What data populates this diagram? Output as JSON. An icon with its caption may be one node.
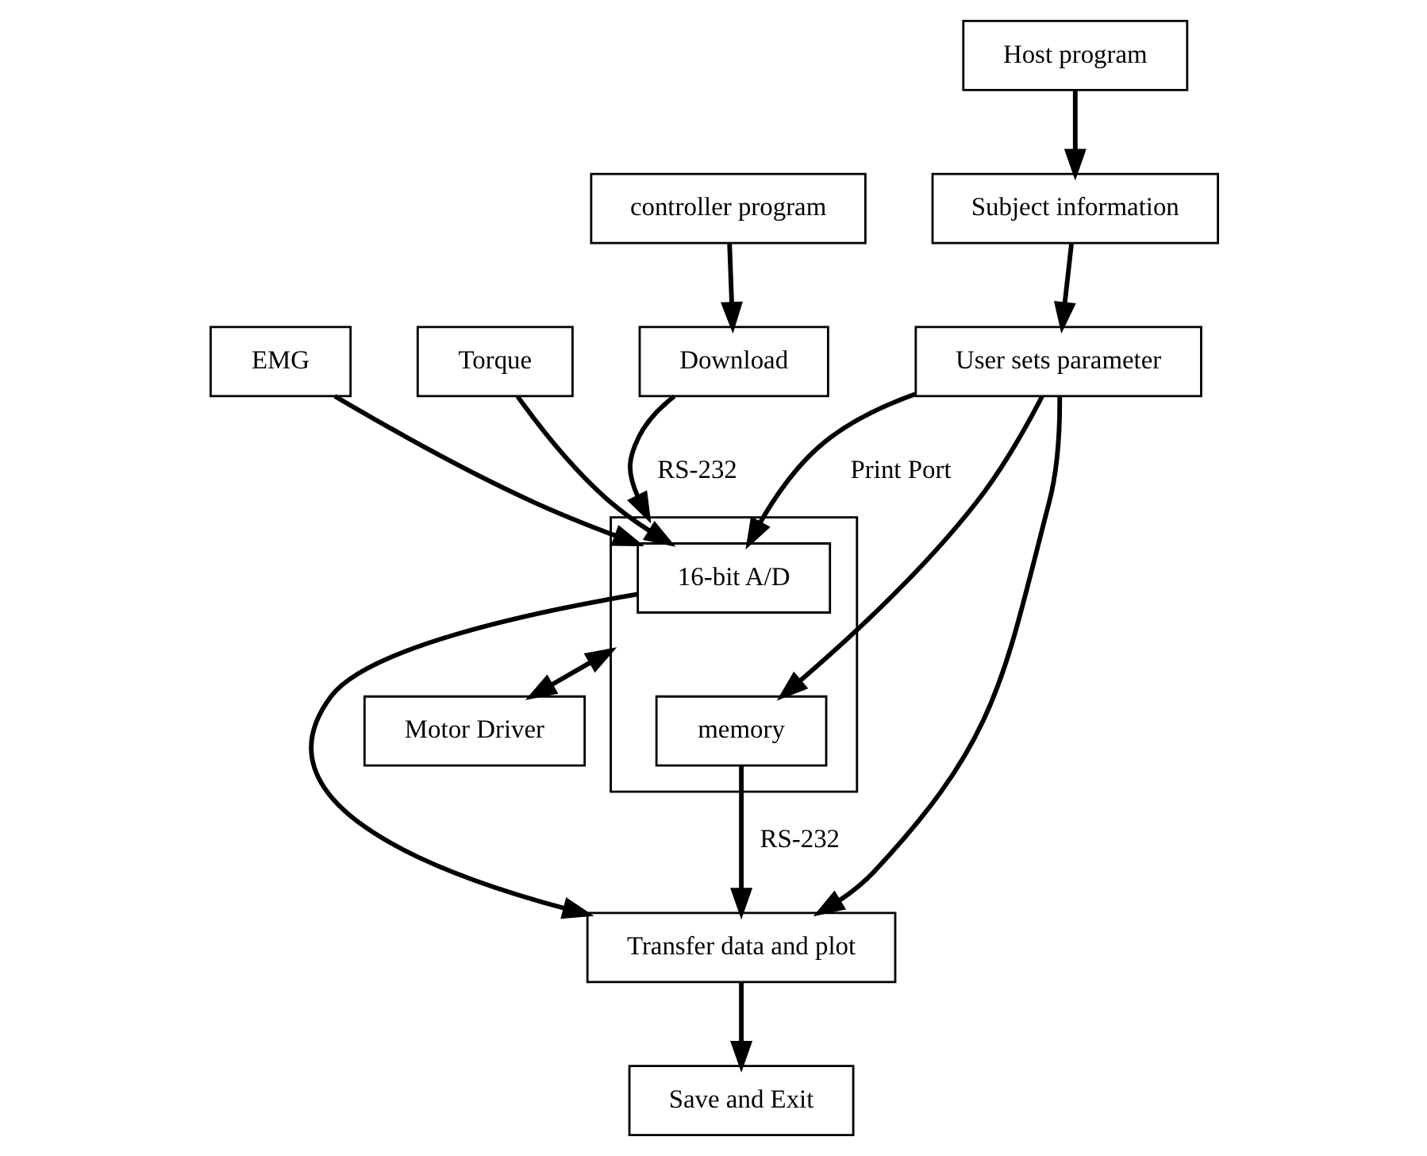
{
  "diagram": {
    "nodes": [
      {
        "text": [
          "controller program"
        ]
      },
      {
        "text": [
          "EMG"
        ]
      },
      {
        "text": [
          "Torque"
        ]
      },
      {
        "text": [
          "Host program"
        ]
      },
      {
        "text": [
          "Subject information"
        ]
      },
      {
        "text": [
          "User sets parameter"
        ]
      },
      {
        "text": [],
        "shape": "box"
      },
      {
        "text": [
          "16-bit A/D"
        ],
        "in": 6
      },
      {
        "text": [
          "memory"
        ],
        "in": 6
      },
      {
        "text": [
          "Download"
        ]
      },
      {
        "text": [
          "Motor Driver"
        ]
      },
      {
        "text": [
          "Transfer data and plot"
        ]
      },
      {
        "text": [
          "Save and Exit"
        ]
      }
    ],
    "edges": [
      {
        "from": 0,
        "to": 9,
        "arrow": "to"
      },
      {
        "from": 9,
        "to": 6,
        "arrow": "to",
        "label": "RS-232"
      },
      {
        "from": 1,
        "to": 7,
        "arrow": "to"
      },
      {
        "from": 2,
        "to": 7,
        "arrow": "to"
      },
      {
        "from": 3,
        "to": 4,
        "arrow": "to"
      },
      {
        "from": 4,
        "to": 5,
        "arrow": "to"
      },
      {
        "from": 5,
        "to": 7,
        "arrow": "to",
        "label": "Print Port"
      },
      {
        "from": 5,
        "to": 8,
        "arrow": "to"
      },
      {
        "from": 5,
        "to": 11,
        "arrow": "to"
      },
      {
        "from": 7,
        "to": 11,
        "arrow": "to"
      },
      {
        "from": 8,
        "to": 11,
        "arrow": "to",
        "label": "RS-232"
      },
      {
        "from": 6,
        "to": 10,
        "arrow": "both"
      },
      {
        "from": 11,
        "to": 12,
        "arrow": "to"
      }
    ]
  }
}
